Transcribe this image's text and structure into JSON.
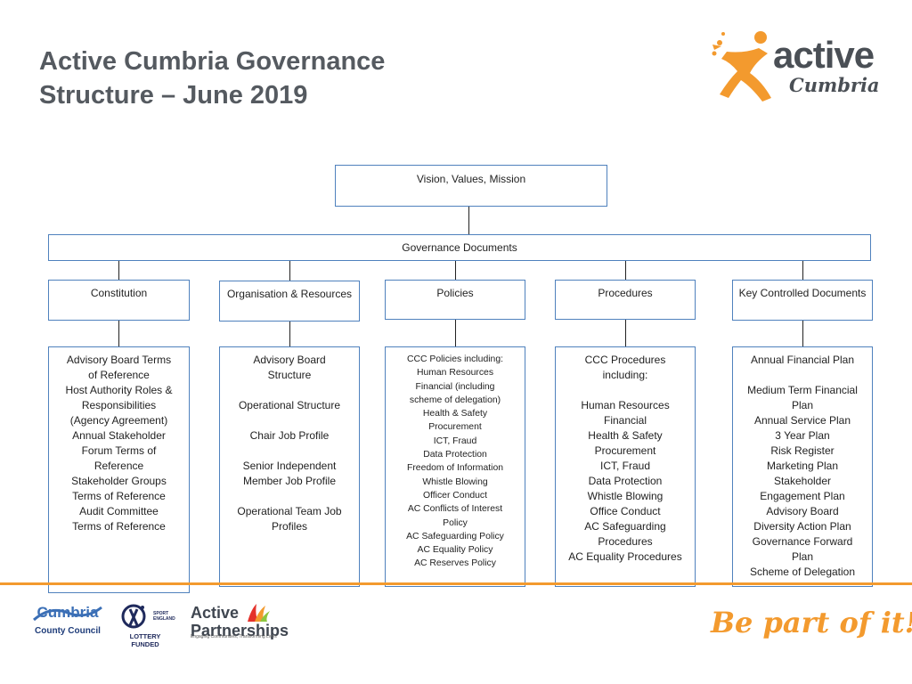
{
  "header": {
    "title_line1": "Active Cumbria Governance",
    "title_line2": "Structure – June 2019"
  },
  "logos": {
    "active_cumbria": {
      "word": "active",
      "sub": "Cumbria"
    },
    "county_council": {
      "name": "Cumbria",
      "sub": "County Council"
    },
    "lottery": {
      "label": "LOTTERY FUNDED",
      "sport_england": "SPORT ENGLAND"
    },
    "active_partnerships": {
      "name_line1": "Active",
      "name_line2": "Partnerships",
      "tagline": "Engaging Communities, Transforming Lives"
    },
    "slogan": "Be part of it!"
  },
  "diagram": {
    "top": "Vision, Values, Mission",
    "governance": "Governance Documents",
    "categories": [
      "Constitution",
      "Organisation & Resources",
      "Policies",
      "Procedures",
      "Key Controlled Documents"
    ],
    "details": {
      "constitution": [
        "Advisory Board Terms",
        "of Reference",
        "Host Authority Roles &",
        "Responsibilities",
        "(Agency Agreement)",
        "Annual Stakeholder",
        "Forum Terms of",
        "Reference",
        "Stakeholder Groups",
        "Terms of Reference",
        "Audit Committee",
        "Terms of Reference"
      ],
      "organisation": [
        "Advisory Board",
        "Structure",
        "",
        "Operational Structure",
        "",
        "Chair Job Profile",
        "",
        "Senior Independent",
        "Member Job Profile",
        "",
        "Operational Team Job",
        "Profiles"
      ],
      "policies": [
        "CCC Policies including:",
        "Human Resources",
        "Financial (including",
        "scheme of delegation)",
        "Health & Safety",
        "Procurement",
        "ICT, Fraud",
        "Data Protection",
        "Freedom of Information",
        "Whistle Blowing",
        "Officer Conduct",
        "AC Conflicts of Interest",
        "Policy",
        "AC Safeguarding Policy",
        "AC Equality Policy",
        "AC Reserves Policy"
      ],
      "procedures": [
        "CCC Procedures",
        "including:",
        "",
        "Human Resources",
        "Financial",
        "Health & Safety",
        "Procurement",
        "ICT, Fraud",
        "Data Protection",
        "Whistle Blowing",
        "Office Conduct",
        "AC Safeguarding",
        "Procedures",
        "AC Equality Procedures"
      ],
      "key_controlled": [
        "Annual Financial Plan",
        "",
        "Medium Term Financial",
        "Plan",
        "Annual Service Plan",
        "3 Year Plan",
        "Risk Register",
        "Marketing Plan",
        "Stakeholder",
        "Engagement Plan",
        "Advisory Board",
        "Diversity Action Plan",
        "Governance Forward",
        "Plan",
        "Scheme of Delegation"
      ]
    }
  },
  "colors": {
    "title": "#555a60",
    "box_border": "#4f81bd",
    "accent_orange": "#f39a2e"
  }
}
